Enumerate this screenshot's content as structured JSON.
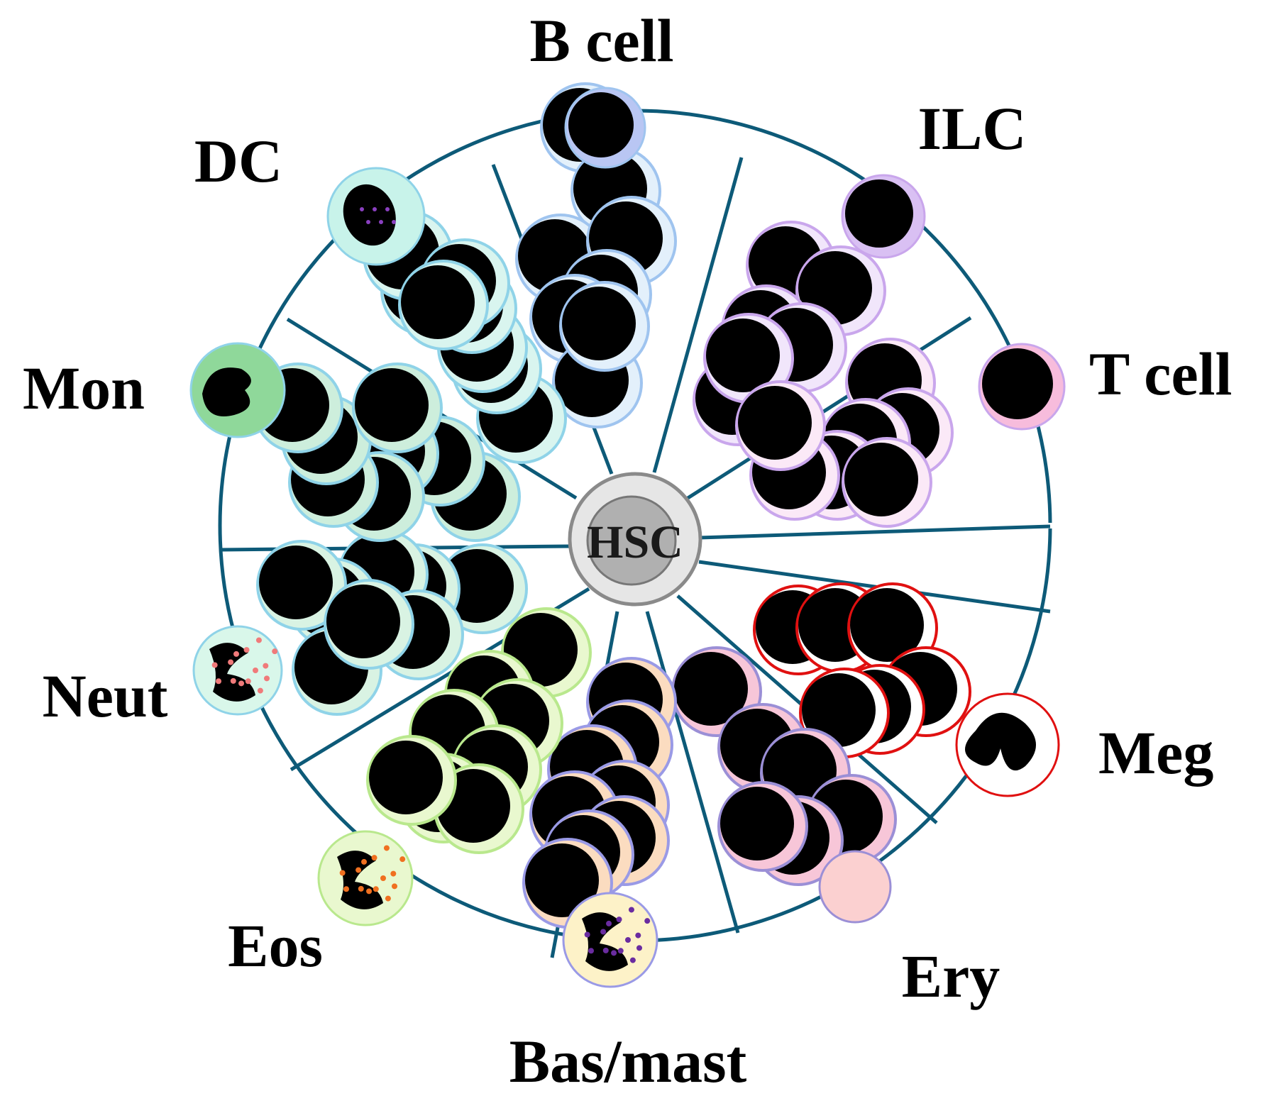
{
  "center": {
    "label": "HSC"
  },
  "lineages": [
    {
      "id": "b-cell",
      "label": "B cell",
      "ring": "#9fc4ef",
      "fill": "#e3f0fb",
      "mature_fill": "#b9c6f3"
    },
    {
      "id": "ilc",
      "label": "ILC",
      "ring": "#c9a6ec",
      "fill": "#f1e6fb",
      "mature_fill": "#d9c0f3"
    },
    {
      "id": "t-cell",
      "label": "T cell",
      "ring": "#c9a6ec",
      "fill": "#fbe9f7",
      "mature_fill": "#f7bcdc"
    },
    {
      "id": "meg",
      "label": "Meg",
      "ring": "#e01010",
      "fill": "#ffffff",
      "mature_fill": "#ffffff"
    },
    {
      "id": "ery",
      "label": "Ery",
      "ring": "#9b8fd6",
      "fill": "#f7c6d8",
      "mature_fill": "#fbd0d0"
    },
    {
      "id": "bas-mast",
      "label": "Bas/mast",
      "ring": "#9a9ae6",
      "fill": "#fbdcc0",
      "mature_fill": "#fdf2c8"
    },
    {
      "id": "eos",
      "label": "Eos",
      "ring": "#b9e88d",
      "fill": "#e9f8cf",
      "mature_fill": "#e9f8cf"
    },
    {
      "id": "neut",
      "label": "Neut",
      "ring": "#8fd3e8",
      "fill": "#d9f3e3",
      "mature_fill": "#d9f7ea"
    },
    {
      "id": "mon",
      "label": "Mon",
      "ring": "#8fd3e8",
      "fill": "#cdeedc",
      "mature_fill": "#8fd89a"
    },
    {
      "id": "dc",
      "label": "DC",
      "ring": "#8fd3e8",
      "fill": "#d9f5ef",
      "mature_fill": "#c8f3ea"
    }
  ],
  "colors": {
    "wheel_stroke": "#0d5a78",
    "nucleus": "#000000",
    "hsc_outer": "#e6e6e6",
    "hsc_inner": "#b0b0b0"
  }
}
